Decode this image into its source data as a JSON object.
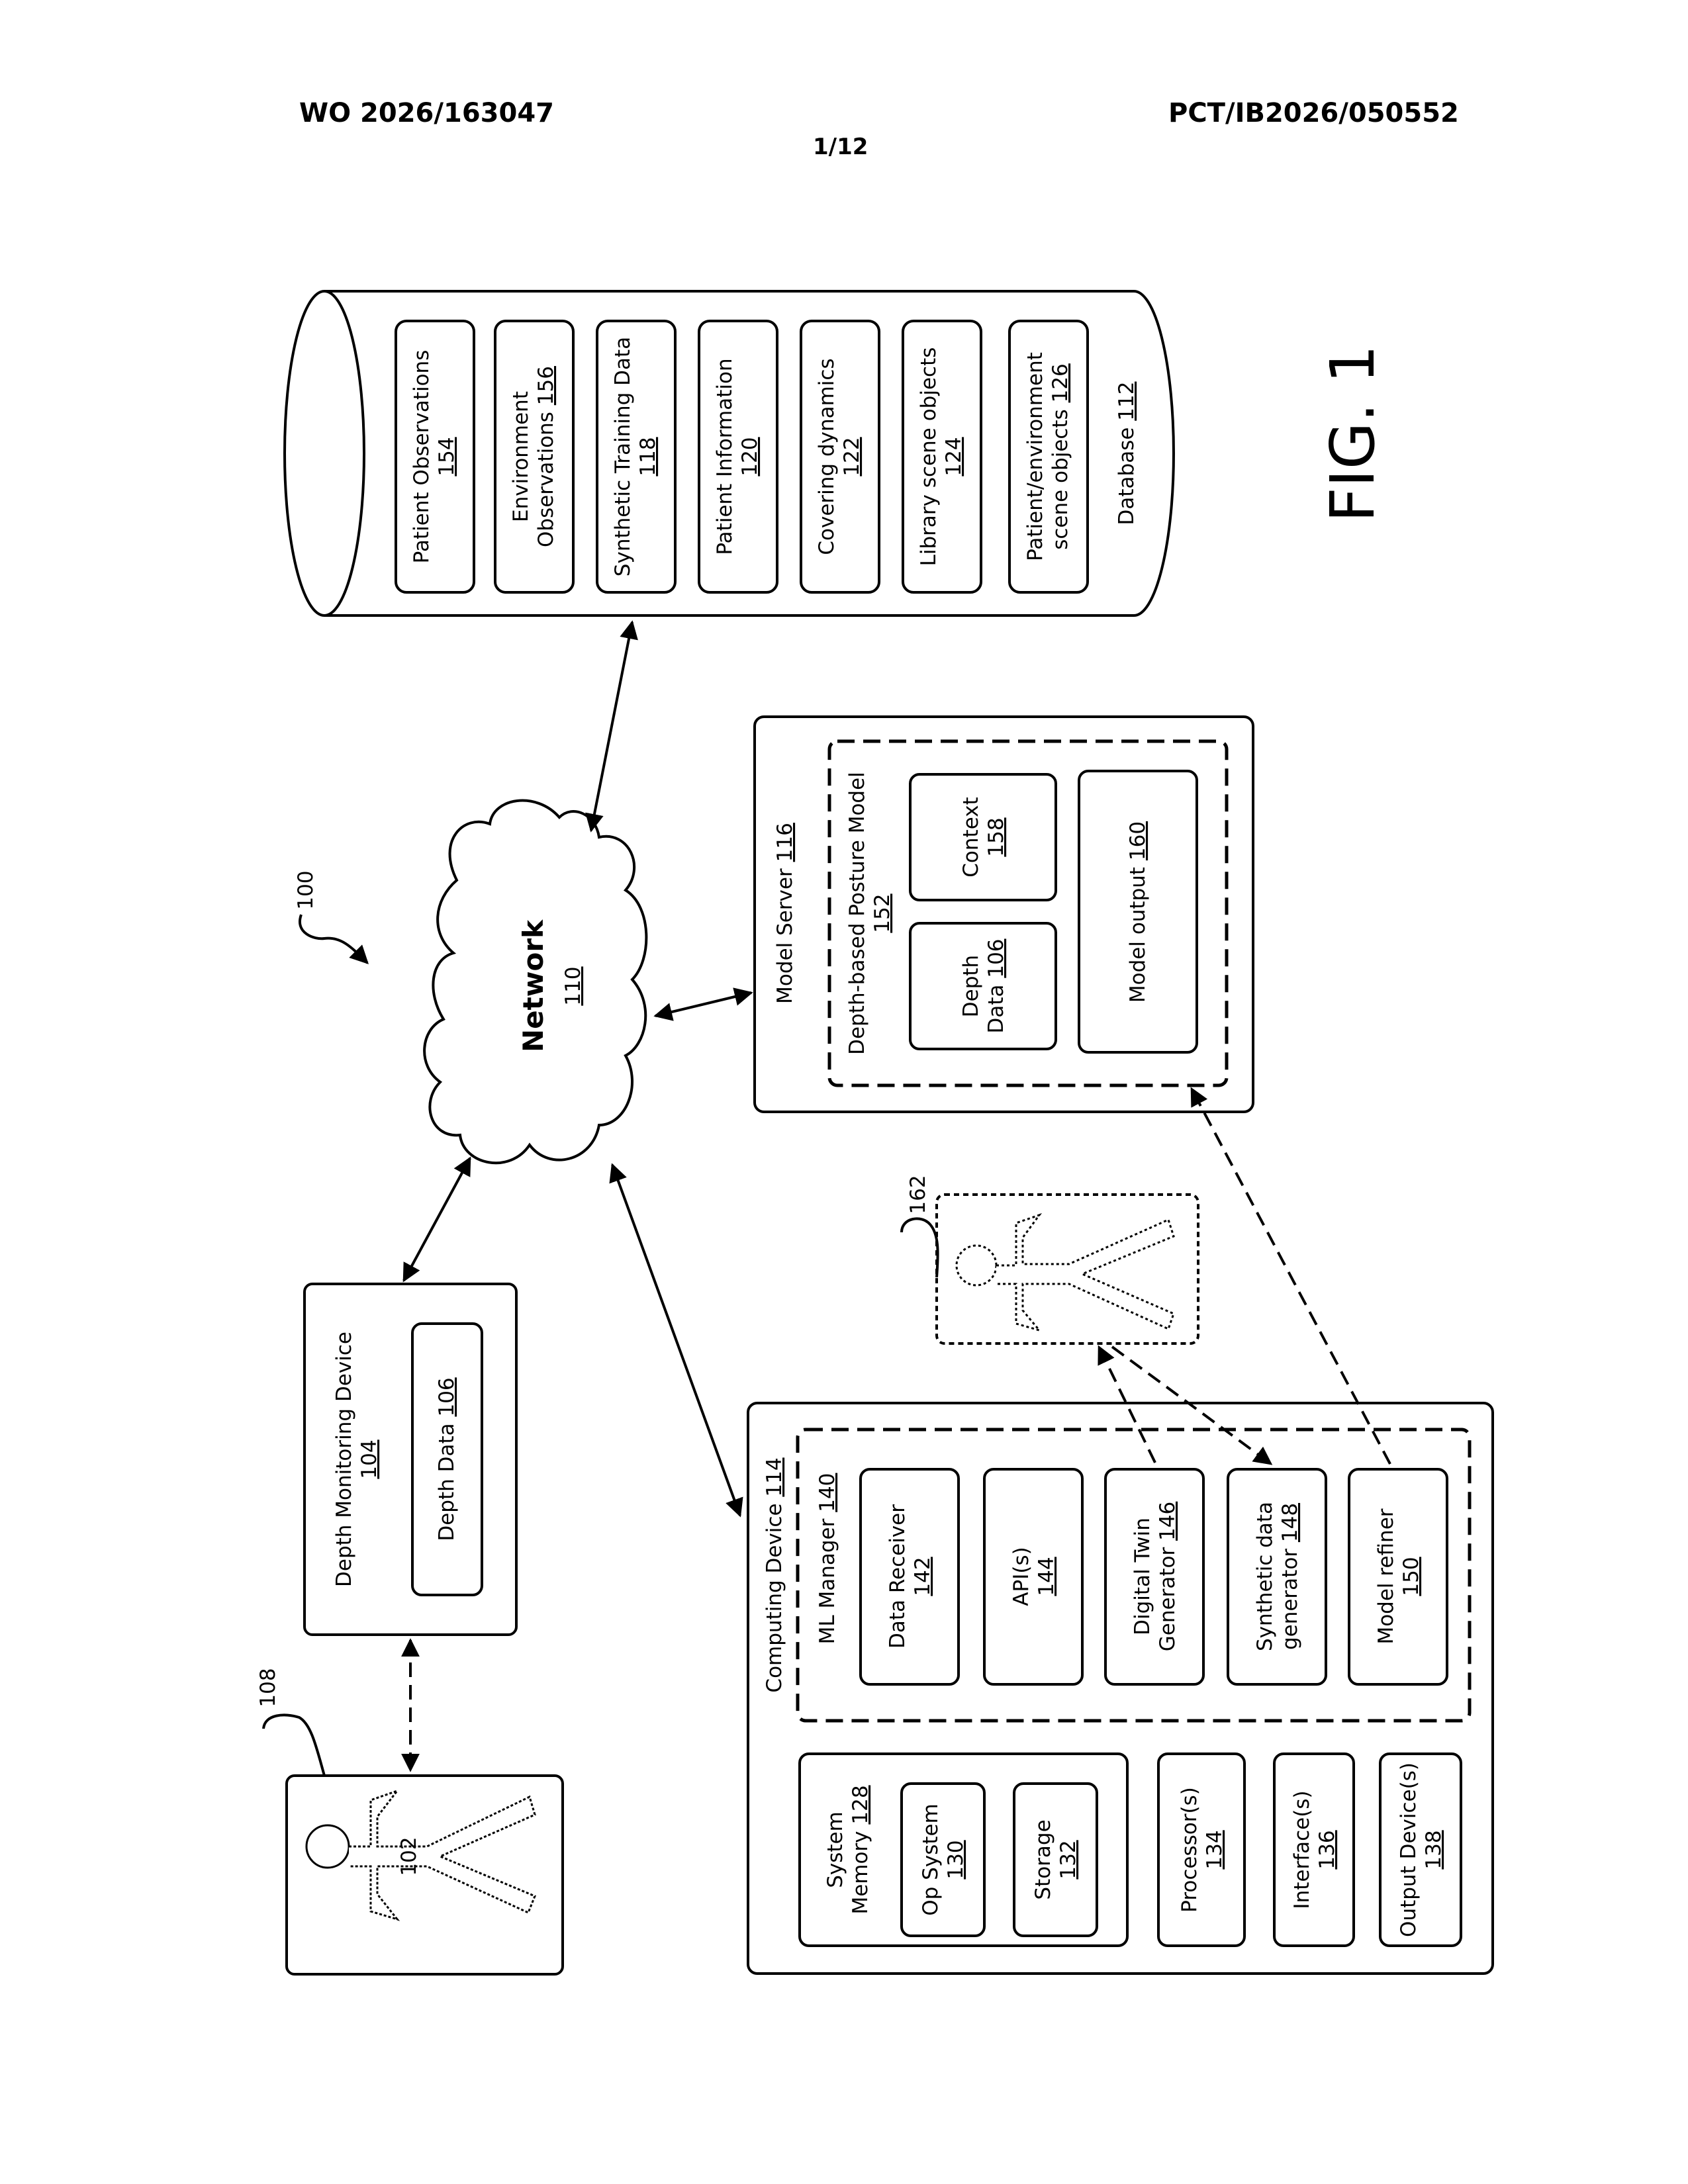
{
  "header": {
    "publication_number": "WO 2026/163047",
    "application_number": "PCT/IB2026/050552",
    "sheet": "1/12"
  },
  "figure": {
    "caption": "FIG. 1",
    "system_ref": "100",
    "patient_ref": "102",
    "patient_area_ref": "108",
    "digital_twin_ref": "162",
    "network": {
      "label": "Network",
      "ref": "110"
    },
    "database": {
      "label": "Database",
      "ref": "112",
      "items": [
        {
          "label": "Patient Observations",
          "ref": "154"
        },
        {
          "label_line1": "Environment",
          "label_line2": "Observations",
          "ref": "156"
        },
        {
          "label": "Synthetic Training Data",
          "ref": "118"
        },
        {
          "label": "Patient Information",
          "ref": "120"
        },
        {
          "label": "Covering dynamics",
          "ref": "122"
        },
        {
          "label": "Library scene objects",
          "ref": "124"
        },
        {
          "label_line1": "Patient/environment",
          "label_line2": "scene objects",
          "ref": "126"
        }
      ]
    },
    "depth_monitoring_device": {
      "label": "Depth Monitoring Device",
      "ref": "104",
      "child_label": "Depth Data",
      "child_ref": "106"
    },
    "model_server": {
      "label": "Model Server",
      "ref": "116",
      "posture_model_label": "Depth-based Posture Model",
      "posture_model_ref": "152",
      "depth_label_line1": "Depth",
      "depth_label_line2": "Data",
      "depth_ref": "106",
      "context_label": "Context",
      "context_ref": "158",
      "output_label": "Model output",
      "output_ref": "160"
    },
    "computing_device": {
      "label": "Computing Device",
      "ref": "114",
      "ml_manager_label": "ML Manager",
      "ml_manager_ref": "140",
      "ml_items": [
        {
          "label": "Data Receiver",
          "ref": "142"
        },
        {
          "label": "API(s)",
          "ref": "144"
        },
        {
          "label_line1": "Digital Twin",
          "label_line2": "Generator",
          "ref": "146"
        },
        {
          "label_line1": "Synthetic data",
          "label_line2": "generator",
          "ref": "148"
        },
        {
          "label": "Model refiner",
          "ref": "150"
        }
      ],
      "system_memory_line1": "System",
      "system_memory_line2": "Memory",
      "system_memory_ref": "128",
      "op_system_label": "Op System",
      "op_system_ref": "130",
      "storage_label": "Storage",
      "storage_ref": "132",
      "processors_label": "Processor(s)",
      "processors_ref": "134",
      "interfaces_label": "Interface(s)",
      "interfaces_ref": "136",
      "output_devices_label": "Output Device(s)",
      "output_devices_ref": "138"
    }
  }
}
